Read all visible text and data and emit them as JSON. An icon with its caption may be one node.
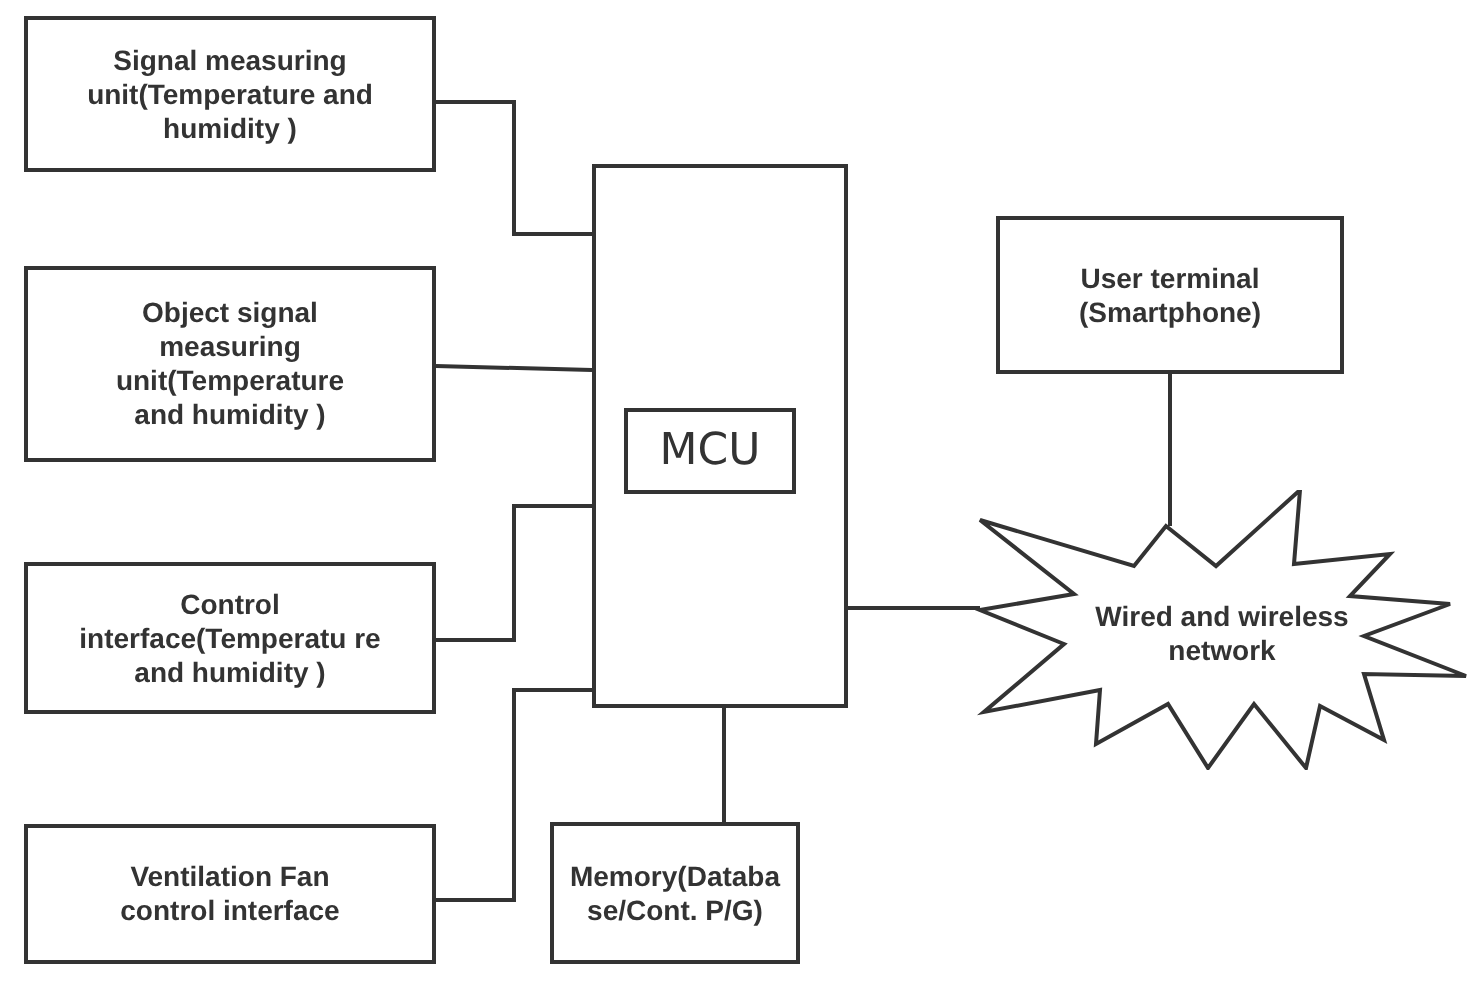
{
  "diagram": {
    "nodes": [
      {
        "text": [
          "Signal measuring unit(Temperature and humidity )"
        ]
      },
      {
        "text": [
          "Object signal measuring unit(Temperature and humidity )"
        ]
      },
      {
        "text": [
          "Control interface(Temperatu re and humidity )"
        ]
      },
      {
        "text": [
          "Ventilation Fan control interface"
        ]
      },
      {
        "text": [],
        "shape": "box"
      },
      {
        "text": [
          "MCU"
        ],
        "in": 4
      },
      {
        "text": [
          "Memory(Databa se/Cont. P/G)"
        ]
      },
      {
        "text": [
          "User terminal (Smartphone)"
        ]
      },
      {
        "text": [
          "Wired and wireless network"
        ]
      }
    ],
    "edges": [
      {
        "from": 0,
        "to": 4,
        "arrow": "none"
      },
      {
        "from": 1,
        "to": 4,
        "arrow": "none"
      },
      {
        "from": 2,
        "to": 4,
        "arrow": "none"
      },
      {
        "from": 3,
        "to": 4,
        "arrow": "none"
      },
      {
        "from": 4,
        "to": 6,
        "arrow": "none"
      },
      {
        "from": 4,
        "to": 8,
        "arrow": "none"
      },
      {
        "from": 7,
        "to": 8,
        "arrow": "none"
      }
    ]
  }
}
